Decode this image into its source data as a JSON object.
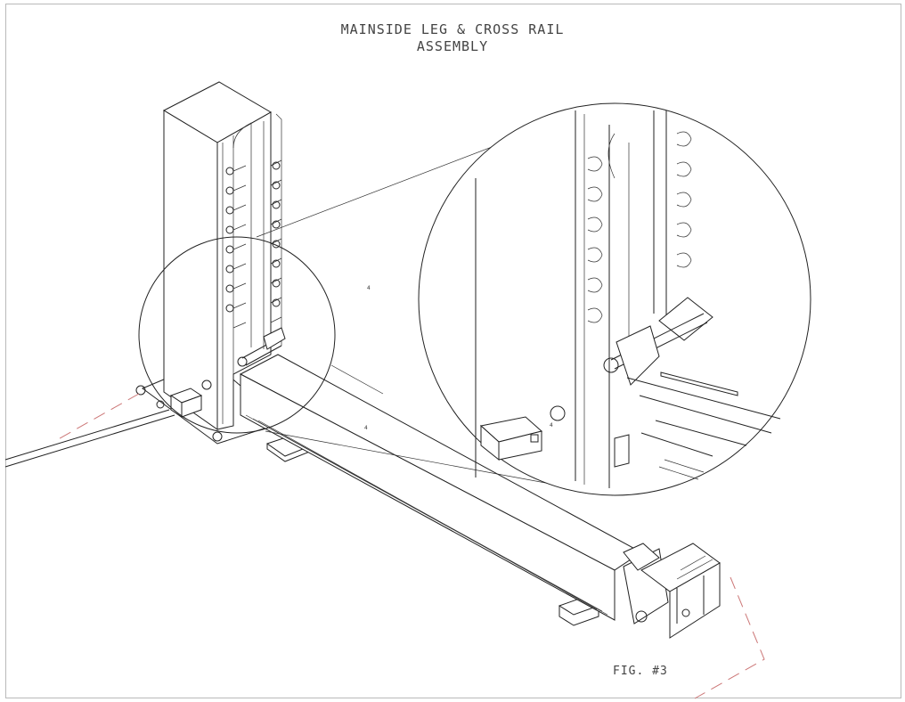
{
  "drawing": {
    "title_line1": "MAINSIDE LEG & CROSS RAIL",
    "title_line2": "ASSEMBLY",
    "figure_label": "FIG. #3",
    "callouts": [
      "4",
      "4",
      "4"
    ]
  }
}
